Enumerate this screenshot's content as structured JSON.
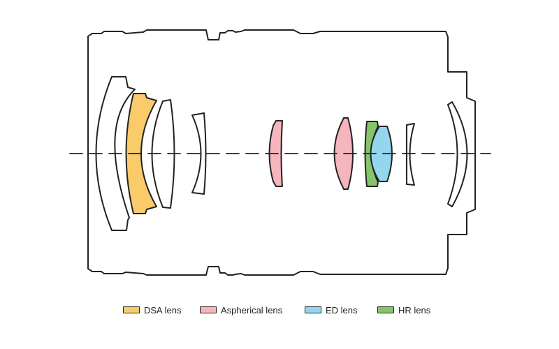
{
  "legend": {
    "items": [
      {
        "key": "dsa",
        "label": "DSA lens",
        "color": "#F9CB6A"
      },
      {
        "key": "aspherical",
        "label": "Aspherical lens",
        "color": "#F5B5BD"
      },
      {
        "key": "ed",
        "label": "ED lens",
        "color": "#93D6EE"
      },
      {
        "key": "hr",
        "label": "HR lens",
        "color": "#86C46C"
      }
    ]
  },
  "colors": {
    "outline": "#222222",
    "background": "#ffffff"
  }
}
